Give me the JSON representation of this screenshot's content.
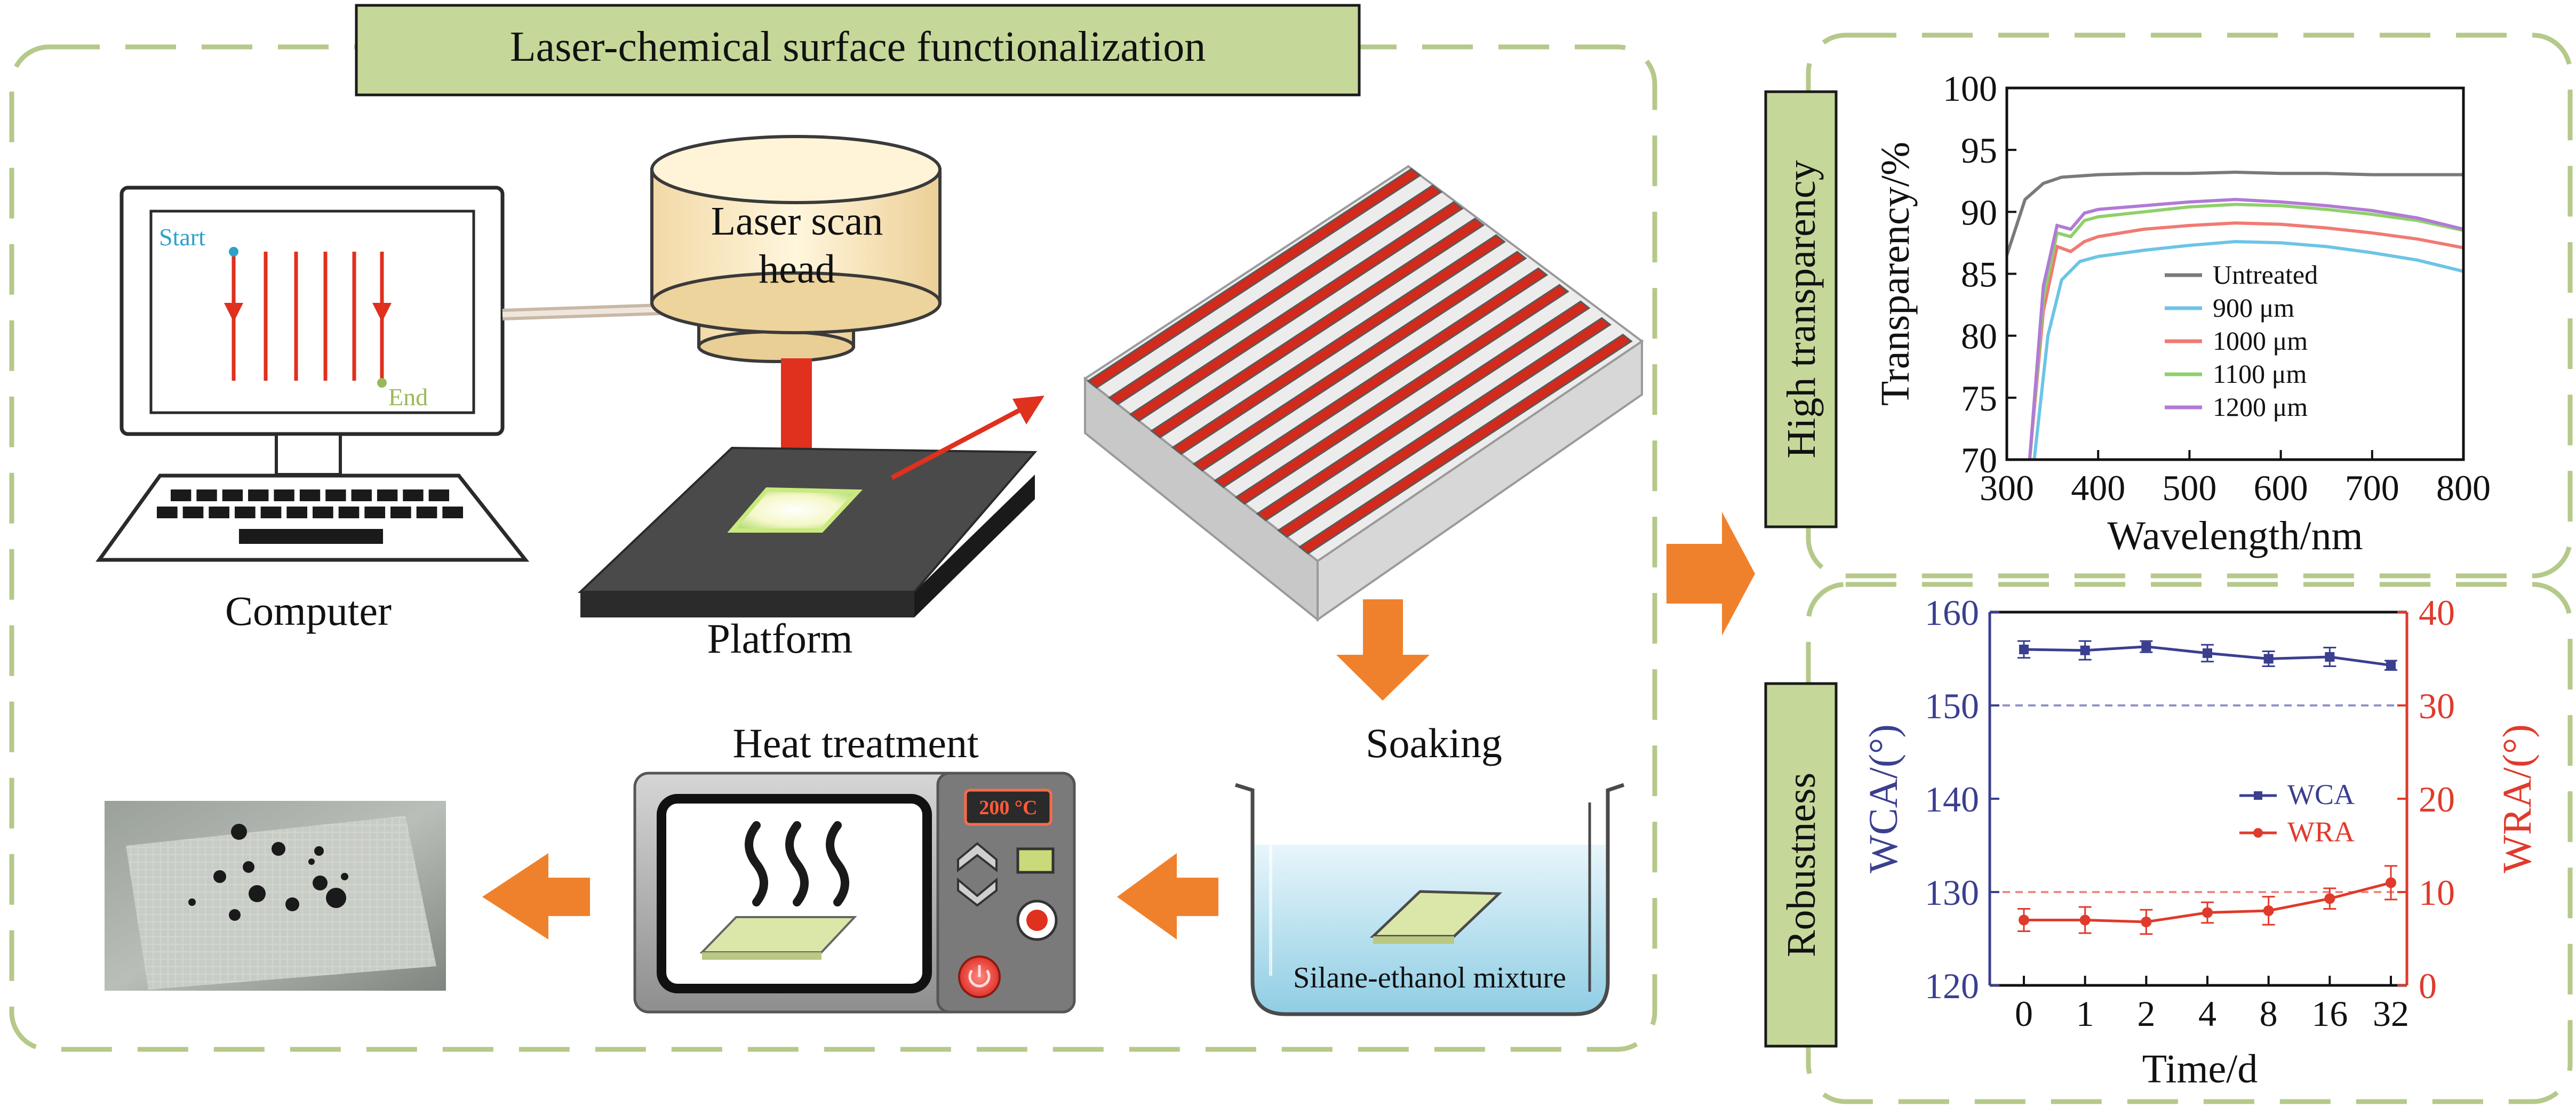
{
  "title": "Laser-chemical surface functionalization",
  "labels": {
    "computer": "Computer",
    "start": "Start",
    "end": "End",
    "laser_head_line1": "Laser scan",
    "laser_head_line2": "head",
    "platform": "Platform",
    "heat_treatment": "Heat treatment",
    "oven_temp": "200 °C",
    "soaking": "Soaking",
    "mixture": "Silane-ethanol mixture",
    "high_transparency": "High transparency",
    "robustness": "Robustness"
  },
  "colors": {
    "panel_border": "#b5c98a",
    "title_box_fill": "#c5d89a",
    "arrow_orange": "#f0812c",
    "laser_red": "#e0301e",
    "wca_blue": "#3b3f8f",
    "wra_red": "#e03a2c"
  },
  "chart_data": [
    {
      "type": "line",
      "xlabel": "Wavelength/nm",
      "ylabel": "Transparency/%",
      "xlim": [
        300,
        800
      ],
      "ylim": [
        70,
        100
      ],
      "xticks": [
        300,
        400,
        500,
        600,
        700,
        800
      ],
      "yticks": [
        70,
        75,
        80,
        85,
        90,
        95,
        100
      ],
      "legend_position": "bottom-right",
      "series": [
        {
          "name": "Untreated",
          "color": "#7a7a7a",
          "x": [
            300,
            320,
            340,
            360,
            400,
            450,
            500,
            550,
            600,
            650,
            700,
            750,
            800
          ],
          "y": [
            86.5,
            91.0,
            92.3,
            92.8,
            93.0,
            93.1,
            93.1,
            93.2,
            93.1,
            93.1,
            93.0,
            93.0,
            93.0
          ]
        },
        {
          "name": "900 μm",
          "color": "#6cc4e6",
          "x": [
            330,
            345,
            360,
            380,
            400,
            450,
            500,
            550,
            600,
            650,
            700,
            750,
            800
          ],
          "y": [
            70.0,
            80.0,
            84.5,
            86.0,
            86.4,
            86.9,
            87.3,
            87.6,
            87.5,
            87.2,
            86.7,
            86.1,
            85.2
          ]
        },
        {
          "name": "1000 μm",
          "color": "#f07a72",
          "x": [
            325,
            340,
            355,
            370,
            385,
            400,
            450,
            500,
            550,
            600,
            650,
            700,
            750,
            800
          ],
          "y": [
            70.0,
            82.0,
            87.2,
            86.8,
            87.6,
            88.0,
            88.6,
            88.9,
            89.1,
            89.0,
            88.7,
            88.3,
            87.8,
            87.1
          ]
        },
        {
          "name": "1100 μm",
          "color": "#8fd06a",
          "x": [
            325,
            340,
            355,
            370,
            385,
            400,
            450,
            500,
            550,
            600,
            650,
            700,
            750,
            800
          ],
          "y": [
            70.0,
            83.0,
            88.3,
            88.0,
            89.3,
            89.6,
            90.0,
            90.4,
            90.6,
            90.5,
            90.2,
            89.8,
            89.3,
            88.5
          ]
        },
        {
          "name": "1200 μm",
          "color": "#b07ad6",
          "x": [
            325,
            340,
            355,
            370,
            385,
            400,
            450,
            500,
            550,
            600,
            650,
            700,
            750,
            800
          ],
          "y": [
            70.0,
            84.0,
            88.9,
            88.6,
            89.9,
            90.2,
            90.5,
            90.8,
            91.0,
            90.8,
            90.5,
            90.1,
            89.5,
            88.6
          ]
        }
      ]
    },
    {
      "type": "line",
      "xlabel": "Time/d",
      "ylabel_left": "WCA/(°)",
      "ylabel_right": "WRA/(°)",
      "categories": [
        "0",
        "1",
        "2",
        "4",
        "8",
        "16",
        "32"
      ],
      "ylim_left": [
        120,
        160
      ],
      "ylim_right": [
        0,
        40
      ],
      "yticks_left": [
        120,
        130,
        140,
        150,
        160
      ],
      "yticks_right": [
        0,
        10,
        20,
        30,
        40
      ],
      "reference_lines": [
        {
          "axis": "left",
          "value": 150
        },
        {
          "axis": "right",
          "value": 10
        }
      ],
      "legend_position": "center-right",
      "series": [
        {
          "name": "WCA",
          "axis": "left",
          "color": "#3b3f8f",
          "values": [
            156.0,
            155.9,
            156.3,
            155.6,
            155.0,
            155.2,
            154.3
          ],
          "errors": [
            0.9,
            1.0,
            0.6,
            0.9,
            0.8,
            1.0,
            0.5
          ]
        },
        {
          "name": "WRA",
          "axis": "right",
          "color": "#e03a2c",
          "values": [
            7.0,
            7.0,
            6.8,
            7.8,
            8.0,
            9.3,
            11.0
          ],
          "errors": [
            1.2,
            1.4,
            1.3,
            1.1,
            1.5,
            1.1,
            1.8
          ]
        }
      ]
    }
  ]
}
